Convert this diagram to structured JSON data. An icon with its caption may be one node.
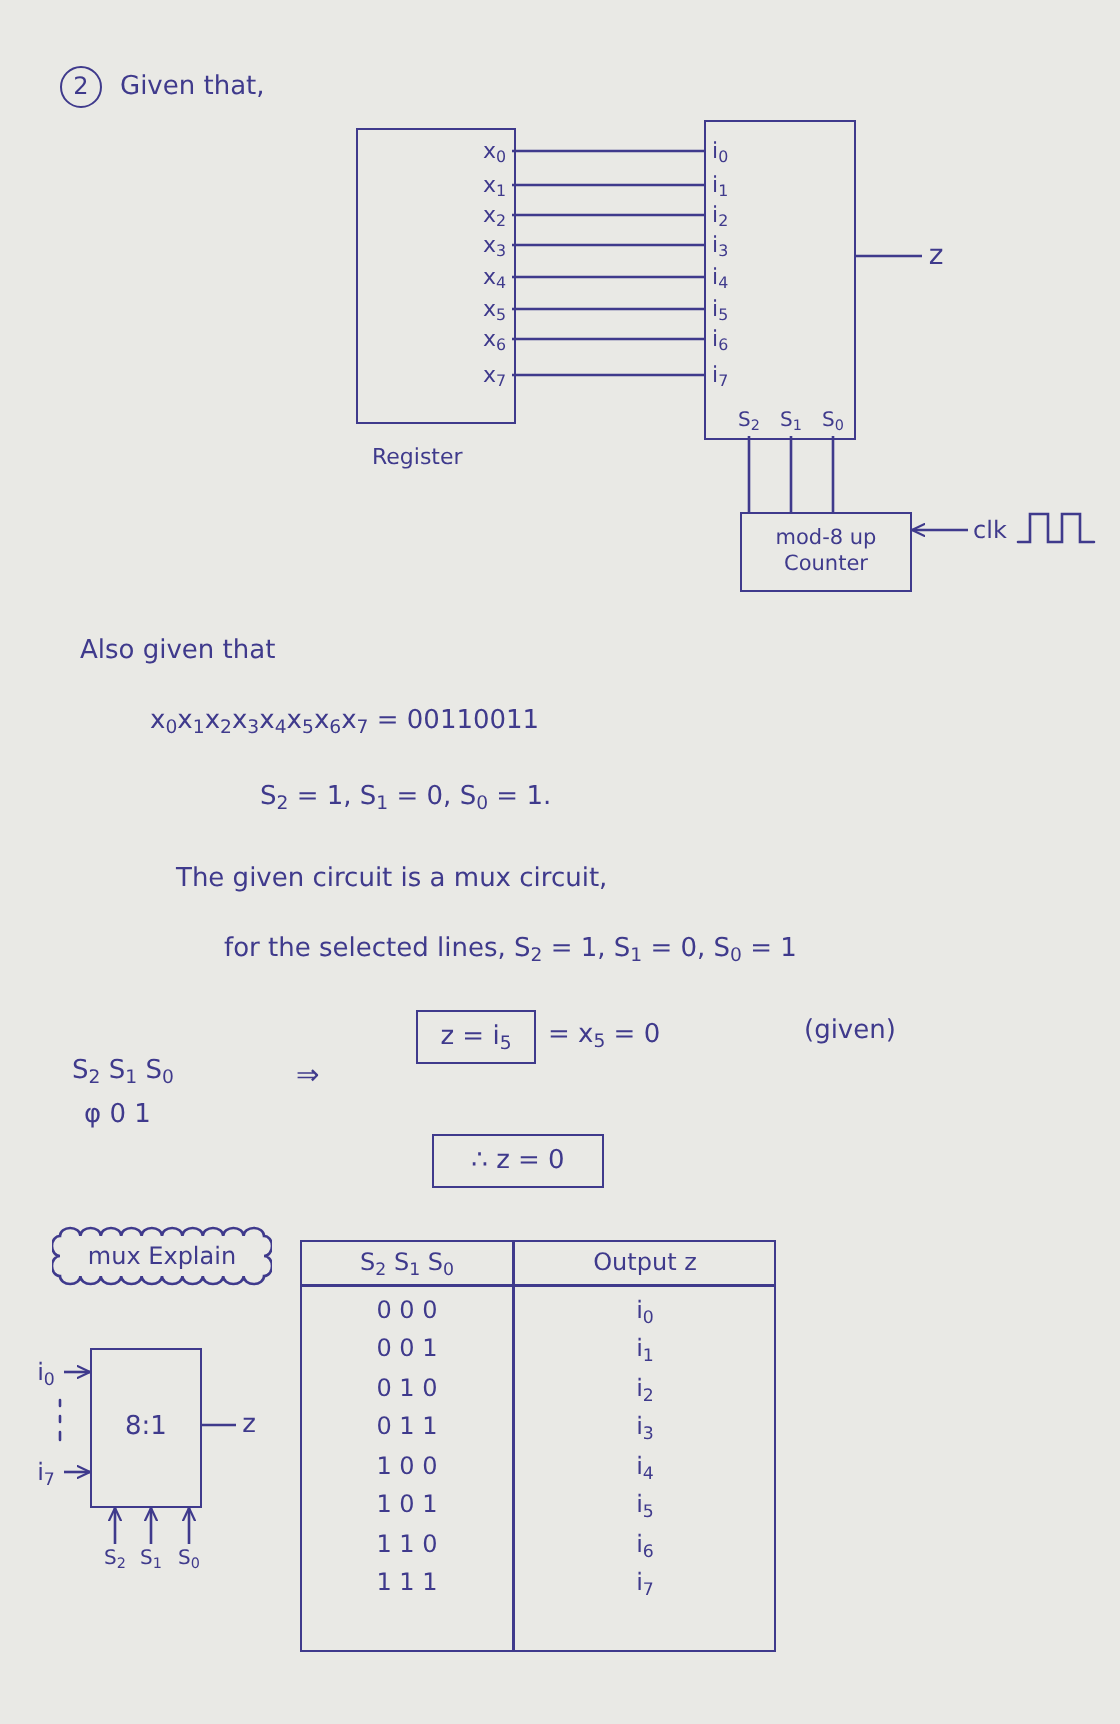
{
  "diagram": {
    "nodes": [
      {
        "text": [
          "2"
        ]
      },
      {
        "text": [],
        "shape": "box",
        "beside": [
          "Register"
        ]
      },
      {
        "text": [
          "x$_{0}$"
        ],
        "in": 1
      },
      {
        "text": [
          "x$_{1}$"
        ],
        "in": 1
      },
      {
        "text": [
          "x$_{2}$"
        ],
        "in": 1
      },
      {
        "text": [
          "x$_{3}$"
        ],
        "in": 1
      },
      {
        "text": [
          "x$_{4}$"
        ],
        "in": 1
      },
      {
        "text": [
          "x$_{5}$"
        ],
        "in": 1
      },
      {
        "text": [
          "x$_{6}$"
        ],
        "in": 1
      },
      {
        "text": [
          "x$_{7}$"
        ],
        "in": 1
      },
      {
        "text": [],
        "shape": "box"
      },
      {
        "text": [
          "i$_{0}$"
        ],
        "in": 10
      },
      {
        "text": [
          "i$_{1}$"
        ],
        "in": 10
      },
      {
        "text": [
          "i$_{2}$"
        ],
        "in": 10
      },
      {
        "text": [
          "i$_{3}$"
        ],
        "in": 10
      },
      {
        "text": [
          "i$_{4}$"
        ],
        "in": 10
      },
      {
        "text": [
          "i$_{5}$"
        ],
        "in": 10
      },
      {
        "text": [
          "i$_{6}$"
        ],
        "in": 10
      },
      {
        "text": [
          "i$_{7}$"
        ],
        "in": 10
      },
      {
        "text": [
          "S$_{2}$"
        ],
        "in": 10
      },
      {
        "text": [
          "S$_{1}$"
        ],
        "in": 10
      },
      {
        "text": [
          "S$_{0}$"
        ],
        "in": 10
      },
      {
        "text": [
          "z"
        ]
      },
      {
        "text": [
          "mod-8 up Counter"
        ]
      },
      {
        "text": [
          "clk"
        ]
      },
      {
        "text": [
          "z = i$_{5}$"
        ],
        "beside": [
          "= x$_{5}$ = 0"
        ]
      },
      {
        "text": [
          "∴ z = 0"
        ]
      },
      {
        "text": [
          "mux Explain"
        ]
      },
      {
        "text": [
          "i$_{0}$"
        ]
      },
      {
        "text": [
          "8:1"
        ]
      },
      {
        "text": [
          "z"
        ]
      },
      {
        "text": [
          "i$_{7}$"
        ]
      },
      {
        "text": [
          "S$_{2}$"
        ]
      },
      {
        "text": [
          "S$_{1}$"
        ]
      },
      {
        "text": [
          "S$_{0}$"
        ]
      }
    ],
    "edges": [
      {
        "from": 2,
        "to": 11,
        "arrow": "none"
      },
      {
        "from": 3,
        "to": 12,
        "arrow": "none"
      },
      {
        "from": 4,
        "to": 13,
        "arrow": "none"
      },
      {
        "from": 5,
        "to": 14,
        "arrow": "none"
      },
      {
        "from": 6,
        "to": 15,
        "arrow": "none"
      },
      {
        "from": 7,
        "to": 16,
        "arrow": "none"
      },
      {
        "from": 8,
        "to": 17,
        "arrow": "none"
      },
      {
        "from": 9,
        "to": 18,
        "arrow": "none"
      },
      {
        "from": 10,
        "to": 22,
        "arrow": "none"
      },
      {
        "from": 19,
        "to": 23,
        "arrow": "none"
      },
      {
        "from": 20,
        "to": 23,
        "arrow": "none"
      },
      {
        "from": 21,
        "to": 23,
        "arrow": "none"
      },
      {
        "from": 24,
        "to": 23,
        "arrow": "to"
      },
      {
        "from": 28,
        "to": 29,
        "arrow": "to"
      },
      {
        "from": 31,
        "to": 29,
        "arrow": "to"
      },
      {
        "from": 29,
        "to": 30,
        "arrow": "none"
      },
      {
        "from": 32,
        "to": 29,
        "arrow": "to"
      },
      {
        "from": 33,
        "to": 29,
        "arrow": "to"
      },
      {
        "from": 34,
        "to": 29,
        "arrow": "to"
      }
    ],
    "labels": [
      "Given that,",
      "Also given that",
      "x$_{0}$x$_{1}$x$_{2}$x$_{3}$x$_{4}$x$_{5}$x$_{6}$x$_{7}$ = 00110011",
      "S$_{2}$ = 1, S$_{1}$ = 0, S$_{0}$ = 1.",
      "The given circuit is a mux circuit,",
      "for the selected lines, S$_{2}$ = 1, S$_{1}$ = 0, S$_{0}$ = 1",
      "S$_{2}$ S$_{1}$ S$_{0}$",
      "⇒",
      "(given)",
      "φ 0 1",
      "S$_{2}$ S$_{1}$ S$_{0}$",
      "Output z",
      "0 0 0",
      "i$_{0}$",
      "0 0 1",
      "i$_{1}$",
      "0 1 0",
      "i$_{2}$",
      "0 1 1",
      "i$_{3}$",
      "1 0 0",
      "i$_{4}$",
      "1 0 1",
      "i$_{5}$",
      "1 1 0",
      "i$_{6}$",
      "1 1 1",
      "i$_{7}$"
    ]
  }
}
